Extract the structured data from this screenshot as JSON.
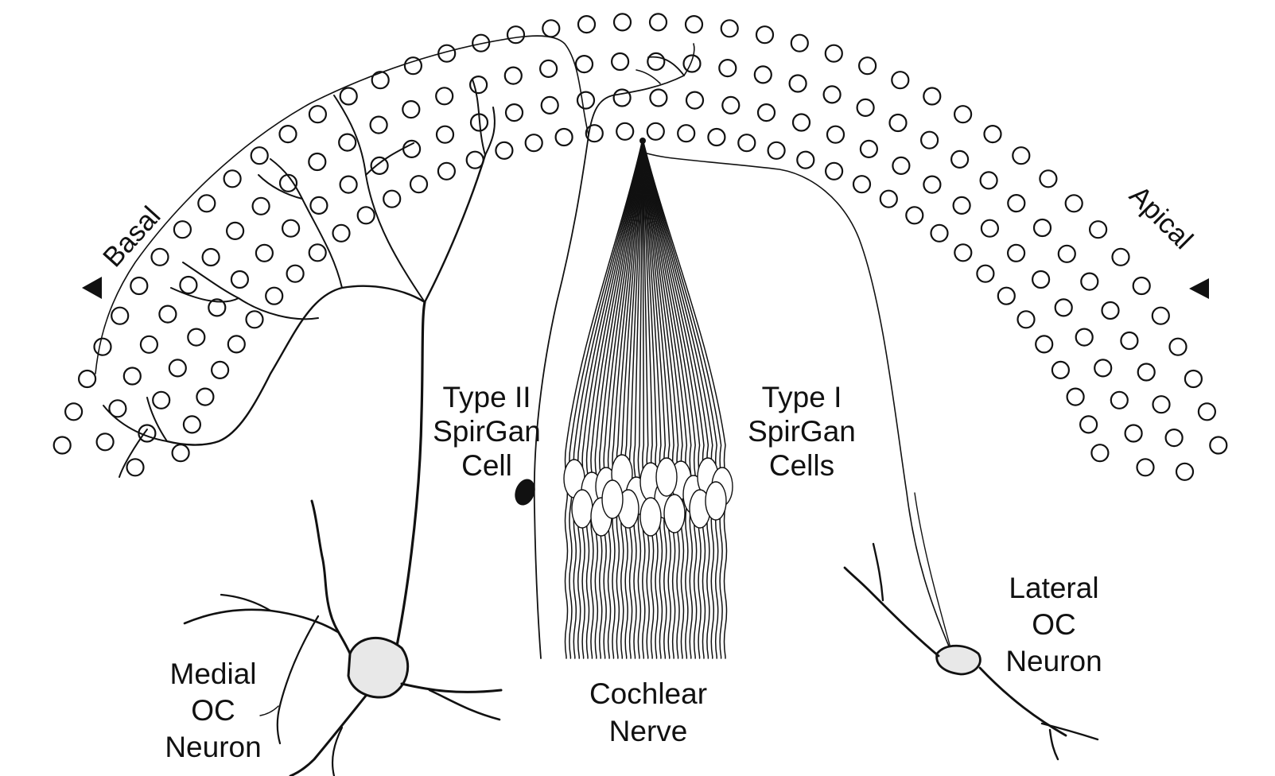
{
  "labels": {
    "basal": "Basal",
    "apical": "Apical",
    "type2_line1": "Type II",
    "type2_line2": "SpirGan",
    "type2_line3": "Cell",
    "type1_line1": "Type I",
    "type1_line2": "SpirGan",
    "type1_line3": "Cells",
    "medial_line1": "Medial",
    "medial_line2": "OC",
    "medial_line3": "Neuron",
    "lateral_line1": "Lateral",
    "lateral_line2": "OC",
    "lateral_line3": "Neuron",
    "nerve_line1": "Cochlear",
    "nerve_line2": "Nerve"
  },
  "colors": {
    "ink": "#111111",
    "background": "#ffffff",
    "soma": "#e8e8e8"
  },
  "hair_cell_rows": {
    "outer": 3,
    "inner": 1
  }
}
